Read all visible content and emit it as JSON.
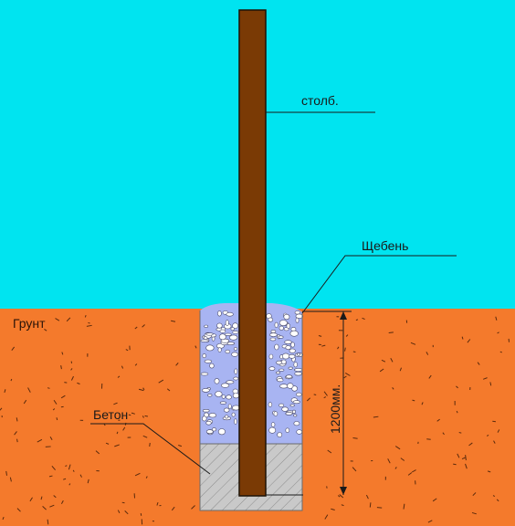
{
  "labels": {
    "post": "столб.",
    "gravel": "Щебень",
    "ground": "Грунт",
    "concrete": "Бетон",
    "depth": "1200мм."
  },
  "colors": {
    "sky": "#00e4f0",
    "soil": "#f47a2c",
    "post": "#7a3a05",
    "gravel": "#a8b4f2",
    "concrete": "#c9c9c9"
  }
}
